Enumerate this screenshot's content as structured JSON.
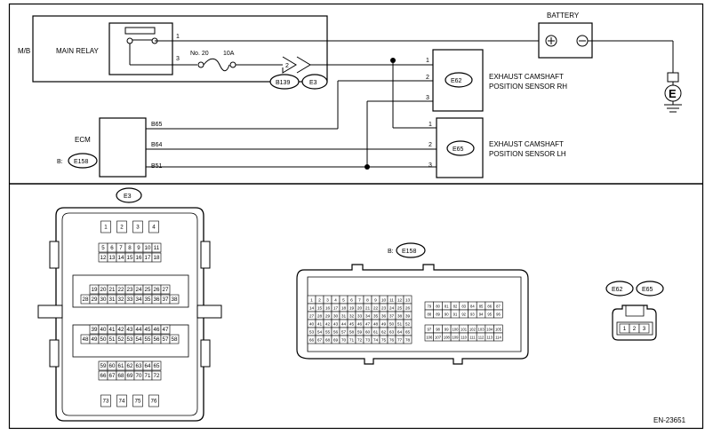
{
  "top": {
    "mb": "M/B",
    "main_relay": "MAIN RELAY",
    "relay_pin1": "1",
    "relay_pin3": "3",
    "fuse_no": "No. 20",
    "fuse_amp": "10A",
    "jc_num": "2",
    "conn_b139": "B139",
    "conn_e3": "E3",
    "battery": "BATTERY",
    "ground_letter": "E",
    "ecm": "ECM",
    "ecm_b_prefix": "B:",
    "ecm_conn": "E158",
    "ecm_pins": [
      "B65",
      "B64",
      "B51"
    ],
    "rh_conn": "E62",
    "rh_label_1": "EXHAUST CAMSHAFT",
    "rh_label_2": "POSITION SENSOR RH",
    "rh_pins": [
      "1",
      "2",
      "3"
    ],
    "lh_conn": "E65",
    "lh_label_1": "EXHAUST CAMSHAFT",
    "lh_label_2": "POSITION SENSOR LH",
    "lh_pins": [
      "1",
      "2",
      "3"
    ]
  },
  "connectors": {
    "e3": {
      "label": "E3",
      "rows": [
        [
          "1",
          "2",
          "3",
          "4"
        ],
        [
          "5",
          "6",
          "7",
          "8",
          "9",
          "10",
          "11"
        ],
        [
          "12",
          "13",
          "14",
          "15",
          "16",
          "17",
          "18"
        ],
        [
          "19",
          "20",
          "21",
          "22",
          "23",
          "24",
          "25",
          "26",
          "27"
        ],
        [
          "28",
          "29",
          "30",
          "31",
          "32",
          "33",
          "34",
          "35",
          "36",
          "37",
          "38"
        ],
        [
          "39",
          "40",
          "41",
          "42",
          "43",
          "44",
          "45",
          "46",
          "47"
        ],
        [
          "48",
          "49",
          "50",
          "51",
          "52",
          "53",
          "54",
          "55",
          "56",
          "57",
          "58"
        ],
        [
          "59",
          "60",
          "61",
          "62",
          "63",
          "64",
          "65"
        ],
        [
          "66",
          "67",
          "68",
          "69",
          "70",
          "71",
          "72"
        ],
        [
          "73",
          "74",
          "75",
          "76"
        ]
      ]
    },
    "b_e158": {
      "prefix": "B:",
      "label": "E158",
      "left_rows": [
        [
          "1",
          "2",
          "3",
          "4",
          "5",
          "6",
          "7",
          "8",
          "9",
          "10",
          "11",
          "12",
          "13"
        ],
        [
          "14",
          "15",
          "16",
          "17",
          "18",
          "19",
          "20",
          "21",
          "22",
          "23",
          "24",
          "25",
          "26"
        ],
        [
          "27",
          "28",
          "29",
          "30",
          "31",
          "32",
          "33",
          "34",
          "35",
          "36",
          "37",
          "38",
          "39"
        ],
        [
          "40",
          "41",
          "42",
          "43",
          "44",
          "45",
          "46",
          "47",
          "48",
          "49",
          "50",
          "51",
          "52"
        ],
        [
          "53",
          "54",
          "55",
          "56",
          "57",
          "58",
          "59",
          "60",
          "61",
          "62",
          "63",
          "64",
          "65"
        ],
        [
          "66",
          "67",
          "68",
          "69",
          "70",
          "71",
          "72",
          "73",
          "74",
          "75",
          "76",
          "77",
          "78"
        ]
      ],
      "right_rows": [
        [
          "79",
          "80",
          "81",
          "82",
          "83",
          "84",
          "85",
          "86",
          "87"
        ],
        [
          "88",
          "89",
          "90",
          "91",
          "92",
          "93",
          "94",
          "95",
          "96"
        ],
        [
          "97",
          "98",
          "99",
          "100",
          "101",
          "102",
          "103",
          "104",
          "105"
        ],
        [
          "106",
          "107",
          "108",
          "109",
          "110",
          "111",
          "112",
          "113",
          "114"
        ]
      ]
    },
    "sensor": {
      "labels": [
        "E62",
        "E65"
      ],
      "pins": [
        "1",
        "2",
        "3"
      ]
    }
  },
  "code": "EN-23651"
}
